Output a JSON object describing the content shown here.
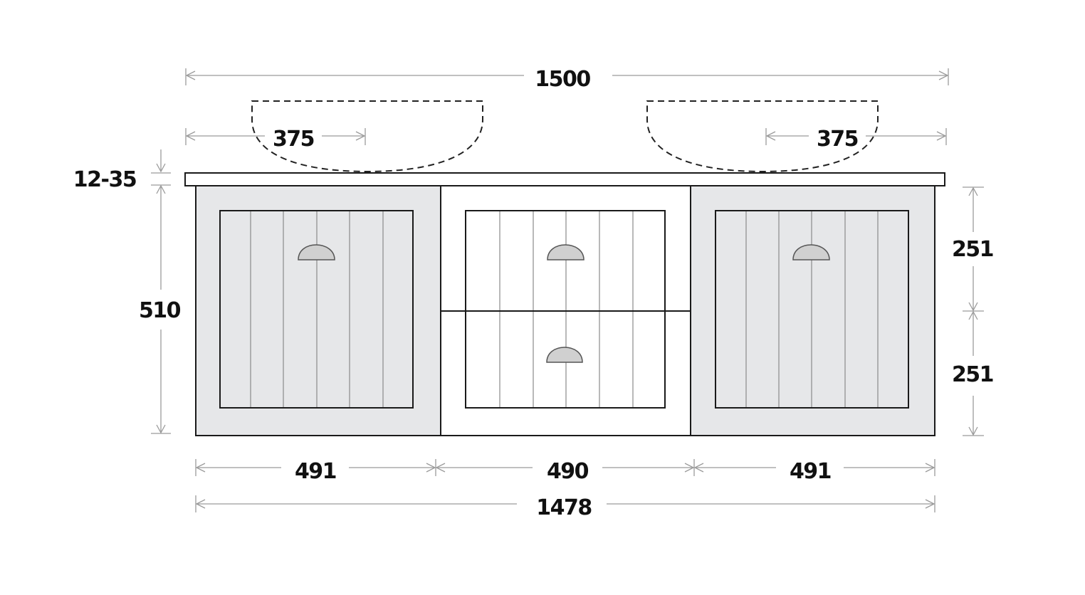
{
  "dimensions": {
    "top_width": "1500",
    "basin_left_offset": "375",
    "basin_right_offset": "375",
    "benchtop_thickness": "12-35",
    "cabinet_height": "510",
    "drawer_top_height": "251",
    "drawer_bottom_height": "251",
    "left_door_width": "491",
    "middle_width": "490",
    "right_door_width": "491",
    "cabinet_width": "1478"
  },
  "colors": {
    "door_fill": "#e6e7e9",
    "drawer_fill": "#ffffff",
    "dimension_line": "#9b9b9b",
    "outline": "#1a1a1a",
    "handle_fill": "#d0d0d0"
  }
}
